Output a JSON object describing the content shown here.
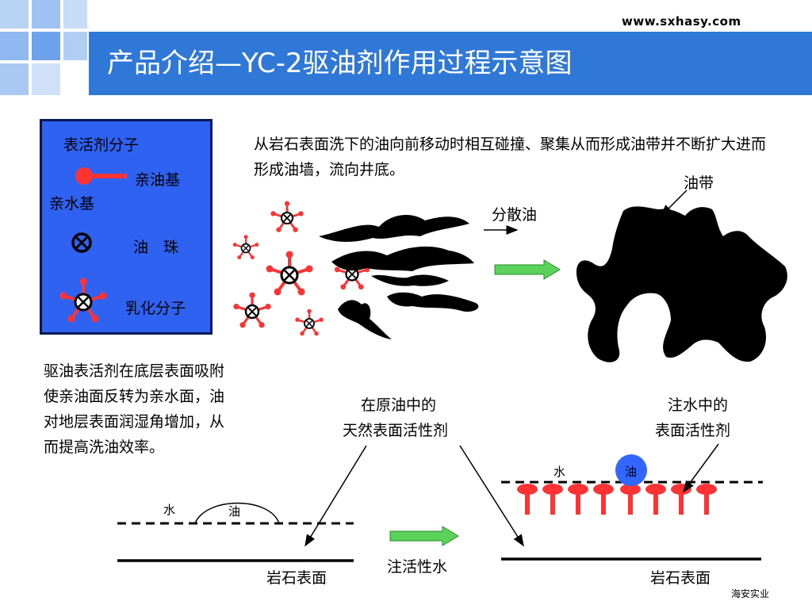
{
  "header": {
    "site_url": "www.sxhasy.com",
    "title": "产品介绍—YC-2驱油剂作用过程示意图"
  },
  "legend": {
    "surfactant_molecule": "表活剂分子",
    "lipophilic_group": "亲油基",
    "hydrophilic_group": "亲水基",
    "oil_droplet": "油　珠",
    "emulsifier_molecule": "乳化分子"
  },
  "top_section": {
    "description": "从岩石表面洗下的油向前移动时相互碰撞、聚集从而形成油带并不断扩大进而形成油墙，流向井底。",
    "dispersed_oil_label": "分散油",
    "oil_band_label": "油带"
  },
  "bottom_section": {
    "description": "驱油表活剂在底层表面吸附使亲油面反转为亲水面，油对地层表面润湿角增加，从而提高洗油效率。",
    "natural_surfactant_line1": "在原油中的",
    "natural_surfactant_line2": "天然表面活性剂",
    "injected_surfactant_line1": "注水中的",
    "injected_surfactant_line2": "表面活性剂",
    "water_left": "水",
    "oil_left": "油",
    "water_right": "水",
    "oil_right": "油",
    "inject_label": "注活性水",
    "rock_surface_left": "岩石表面",
    "rock_surface_right": "岩石表面"
  },
  "footer": {
    "company": "海安实业"
  },
  "colors": {
    "title_bar": "#2f78d8",
    "legend_bg": "#2f62f0",
    "molecule_red": "#ff3333",
    "arrow_green": "#5bd35b",
    "oil_blue": "#3366ff"
  }
}
